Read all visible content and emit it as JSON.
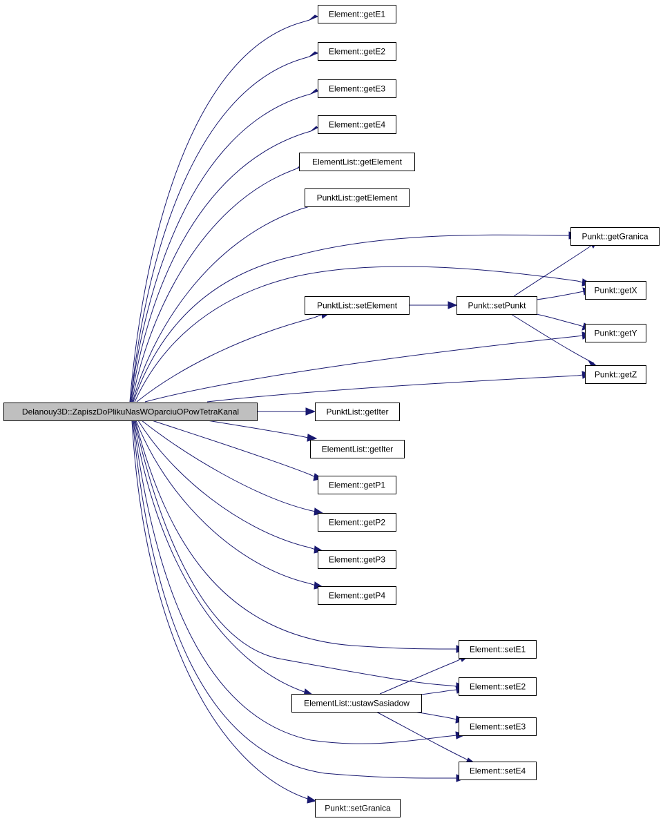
{
  "graph": {
    "root": "Delanouy3D::ZapiszDoPlikuNasWOparciuOPowTetraKanal",
    "nodes": [
      {
        "id": "root",
        "label": "Delanouy3D::ZapiszDoPlikuNasWOparciuOPowTetraKanal"
      },
      {
        "id": "getE1",
        "label": "Element::getE1"
      },
      {
        "id": "getE2",
        "label": "Element::getE2"
      },
      {
        "id": "getE3",
        "label": "Element::getE3"
      },
      {
        "id": "getE4",
        "label": "Element::getE4"
      },
      {
        "id": "elGetElement",
        "label": "ElementList::getElement"
      },
      {
        "id": "pkGetElement",
        "label": "PunktList::getElement"
      },
      {
        "id": "getGranica",
        "label": "Punkt::getGranica"
      },
      {
        "id": "getX",
        "label": "Punkt::getX"
      },
      {
        "id": "pkSetElement",
        "label": "PunktList::setElement"
      },
      {
        "id": "setPunkt",
        "label": "Punkt::setPunkt"
      },
      {
        "id": "getY",
        "label": "Punkt::getY"
      },
      {
        "id": "getZ",
        "label": "Punkt::getZ"
      },
      {
        "id": "pkGetIter",
        "label": "PunktList::getIter"
      },
      {
        "id": "elGetIter",
        "label": "ElementList::getIter"
      },
      {
        "id": "getP1",
        "label": "Element::getP1"
      },
      {
        "id": "getP2",
        "label": "Element::getP2"
      },
      {
        "id": "getP3",
        "label": "Element::getP3"
      },
      {
        "id": "getP4",
        "label": "Element::getP4"
      },
      {
        "id": "setE1",
        "label": "Element::setE1"
      },
      {
        "id": "setE2",
        "label": "Element::setE2"
      },
      {
        "id": "ustawSasiadow",
        "label": "ElementList::ustawSasiadow"
      },
      {
        "id": "setE3",
        "label": "Element::setE3"
      },
      {
        "id": "setE4",
        "label": "Element::setE4"
      },
      {
        "id": "setGranica",
        "label": "Punkt::setGranica"
      }
    ],
    "edges": [
      {
        "from": "root",
        "to": "getE1"
      },
      {
        "from": "root",
        "to": "getE2"
      },
      {
        "from": "root",
        "to": "getE3"
      },
      {
        "from": "root",
        "to": "getE4"
      },
      {
        "from": "root",
        "to": "elGetElement"
      },
      {
        "from": "root",
        "to": "pkGetElement"
      },
      {
        "from": "root",
        "to": "getGranica"
      },
      {
        "from": "root",
        "to": "getX"
      },
      {
        "from": "root",
        "to": "pkSetElement"
      },
      {
        "from": "root",
        "to": "getY"
      },
      {
        "from": "root",
        "to": "getZ"
      },
      {
        "from": "root",
        "to": "pkGetIter"
      },
      {
        "from": "root",
        "to": "elGetIter"
      },
      {
        "from": "root",
        "to": "getP1"
      },
      {
        "from": "root",
        "to": "getP2"
      },
      {
        "from": "root",
        "to": "getP3"
      },
      {
        "from": "root",
        "to": "getP4"
      },
      {
        "from": "root",
        "to": "setE1"
      },
      {
        "from": "root",
        "to": "setE2"
      },
      {
        "from": "root",
        "to": "ustawSasiadow"
      },
      {
        "from": "root",
        "to": "setE3"
      },
      {
        "from": "root",
        "to": "setE4"
      },
      {
        "from": "root",
        "to": "setGranica"
      },
      {
        "from": "pkSetElement",
        "to": "setPunkt"
      },
      {
        "from": "setPunkt",
        "to": "getGranica"
      },
      {
        "from": "setPunkt",
        "to": "getX"
      },
      {
        "from": "setPunkt",
        "to": "getY"
      },
      {
        "from": "setPunkt",
        "to": "getZ"
      },
      {
        "from": "ustawSasiadow",
        "to": "setE1"
      },
      {
        "from": "ustawSasiadow",
        "to": "setE2"
      },
      {
        "from": "ustawSasiadow",
        "to": "setE3"
      },
      {
        "from": "ustawSasiadow",
        "to": "setE4"
      }
    ],
    "colors": {
      "edge": "#191970",
      "root_fill": "#bfbfbf",
      "node_fill": "#ffffff",
      "node_stroke": "#000000"
    }
  }
}
